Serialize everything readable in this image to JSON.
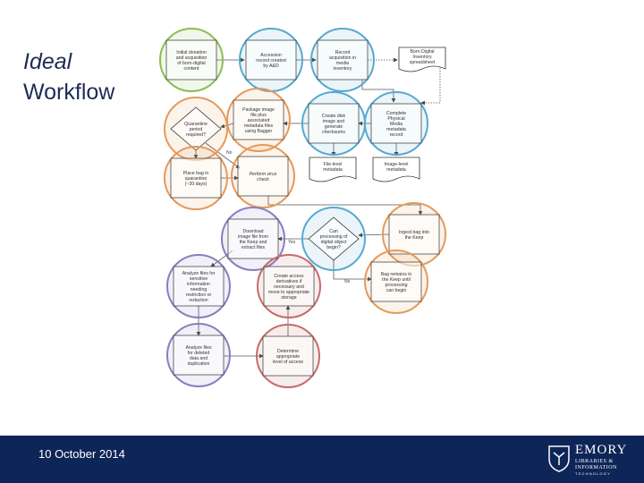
{
  "slide": {
    "title_line1": "Ideal",
    "title_line2": "Workflow",
    "date": "10 October 2014"
  },
  "logo": {
    "line1": "EMORY",
    "line2": "LIBRARIES &",
    "line3": "INFORMATION",
    "line4": "TECHNOLOGY"
  },
  "colors": {
    "green": "#8bbd52",
    "blue": "#57a9cf",
    "orange": "#e59a5a",
    "purple": "#8b7cc0",
    "red": "#c96a6a",
    "footer": "#0e2557",
    "title": "#1d2c53"
  },
  "nodes": [
    {
      "id": "n1",
      "color": "green",
      "shape": "rect",
      "text": [
        "Initial donation",
        "and acquisition",
        "of born-digital",
        "content"
      ]
    },
    {
      "id": "n2",
      "color": "blue",
      "shape": "rect",
      "text": [
        "Accession",
        "record created",
        "by A&D"
      ]
    },
    {
      "id": "n3",
      "color": "blue",
      "shape": "rect",
      "text": [
        "Record",
        "acquisition in",
        "media",
        "inventory"
      ]
    },
    {
      "id": "n4",
      "color": "orange",
      "shape": "diamond",
      "text": [
        "Quarantine",
        "period",
        "required?"
      ]
    },
    {
      "id": "n5",
      "color": "orange",
      "shape": "rect",
      "text": [
        "Package image",
        "file plus",
        "associated",
        "metadata files",
        "using Bagger"
      ]
    },
    {
      "id": "n6",
      "color": "blue",
      "shape": "rect",
      "text": [
        "Create disk",
        "image and",
        "generate",
        "checksums"
      ]
    },
    {
      "id": "n7",
      "color": "blue",
      "shape": "rect",
      "text": [
        "Complete",
        "Physical",
        "Media",
        "metadata",
        "record"
      ]
    },
    {
      "id": "n8",
      "color": "orange",
      "shape": "rect",
      "text": [
        "Place bag in",
        "quarantine",
        "(~30 days)"
      ]
    },
    {
      "id": "n9",
      "color": "orange",
      "shape": "rect",
      "text": [
        "Perform virus",
        "check"
      ]
    },
    {
      "id": "n10",
      "color": "purple",
      "shape": "rect",
      "text": [
        "Download",
        "image file from",
        "the Keep and",
        "extract files"
      ]
    },
    {
      "id": "n11",
      "color": "blue",
      "shape": "diamond",
      "text": [
        "Can",
        "processing of",
        "digital object",
        "begin?"
      ]
    },
    {
      "id": "n12",
      "color": "orange",
      "shape": "rect",
      "text": [
        "Ingest bag into",
        "the Keep"
      ]
    },
    {
      "id": "n13",
      "color": "purple",
      "shape": "rect",
      "text": [
        "Analyze files for",
        "sensitive",
        "information",
        "needing",
        "restriction or",
        "redaction"
      ]
    },
    {
      "id": "n14",
      "color": "red",
      "shape": "rect",
      "text": [
        "Create access",
        "derivatives if",
        "necessary and",
        "move to appropriate",
        "storage"
      ]
    },
    {
      "id": "n15",
      "color": "orange",
      "shape": "rect",
      "text": [
        "Bag remains in",
        "the Keep until",
        "processing",
        "can begin"
      ]
    },
    {
      "id": "n16",
      "color": "purple",
      "shape": "rect",
      "text": [
        "Analyze files",
        "for deleted",
        "data and",
        "duplication"
      ]
    },
    {
      "id": "n17",
      "color": "red",
      "shape": "rect",
      "text": [
        "Determine",
        "appropriate",
        "level of access"
      ]
    }
  ],
  "documents": [
    {
      "id": "d1",
      "text": [
        "Born-Digital",
        "Inventory",
        "spreadsheet"
      ]
    },
    {
      "id": "d2",
      "text": [
        "File-level",
        "metadata"
      ]
    },
    {
      "id": "d3",
      "text": [
        "Image-level",
        "metadata"
      ]
    }
  ],
  "edge_labels": {
    "no_quarantine": "No",
    "yes_process": "Yes",
    "no_process": "No"
  }
}
